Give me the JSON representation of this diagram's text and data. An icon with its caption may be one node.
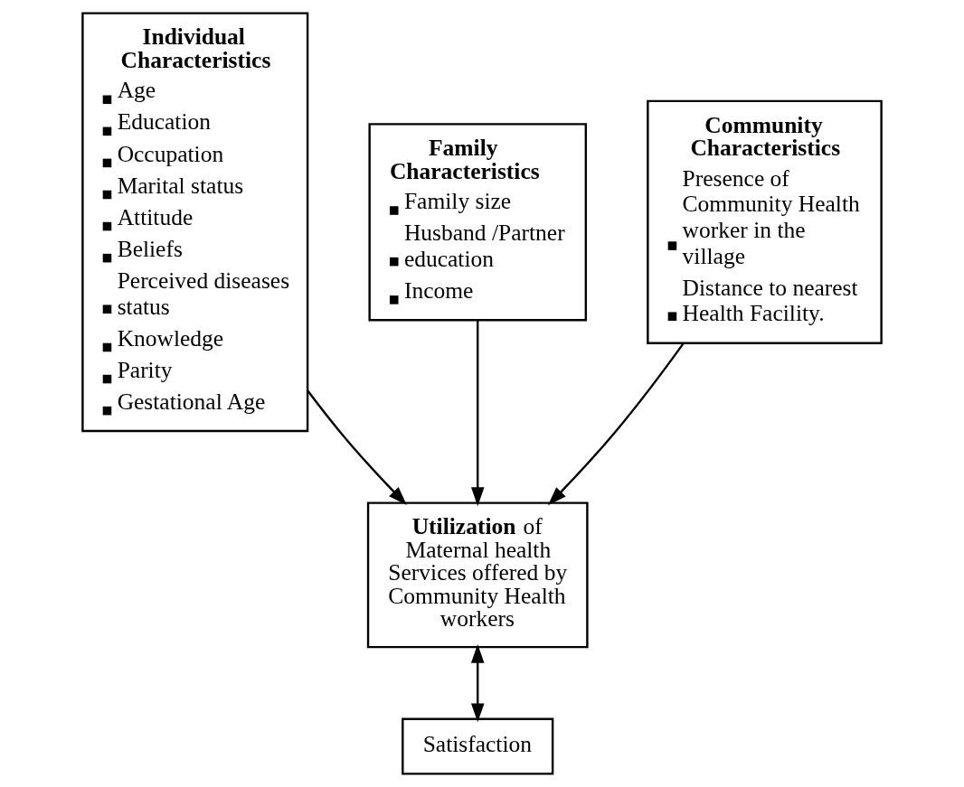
{
  "diagram": {
    "nodes": [
      {
        "text": [
          "Individual Characteristics",
          "Age",
          "Education",
          "Occupation",
          "Marital status",
          "Attitude",
          "Beliefs",
          "Perceived diseases status",
          "Knowledge",
          "Parity",
          "Gestational Age"
        ]
      },
      {
        "text": [
          "Family Characteristics",
          "Family size",
          "Husband /Partner education",
          "Income"
        ]
      },
      {
        "text": [
          "Community Characteristics",
          "Presence of Community Health worker in the village",
          "Distance to nearest Health Facility."
        ]
      },
      {
        "text": [
          "**Utilization** of Maternal health Services offered by Community Health workers"
        ]
      },
      {
        "text": [
          "Satisfaction"
        ]
      }
    ],
    "edges": [
      {
        "from": 0,
        "to": 3,
        "arrow": "to"
      },
      {
        "from": 1,
        "to": 3,
        "arrow": "to"
      },
      {
        "from": 2,
        "to": 3,
        "arrow": "to"
      },
      {
        "from": 3,
        "to": 4,
        "arrow": "both"
      }
    ]
  }
}
